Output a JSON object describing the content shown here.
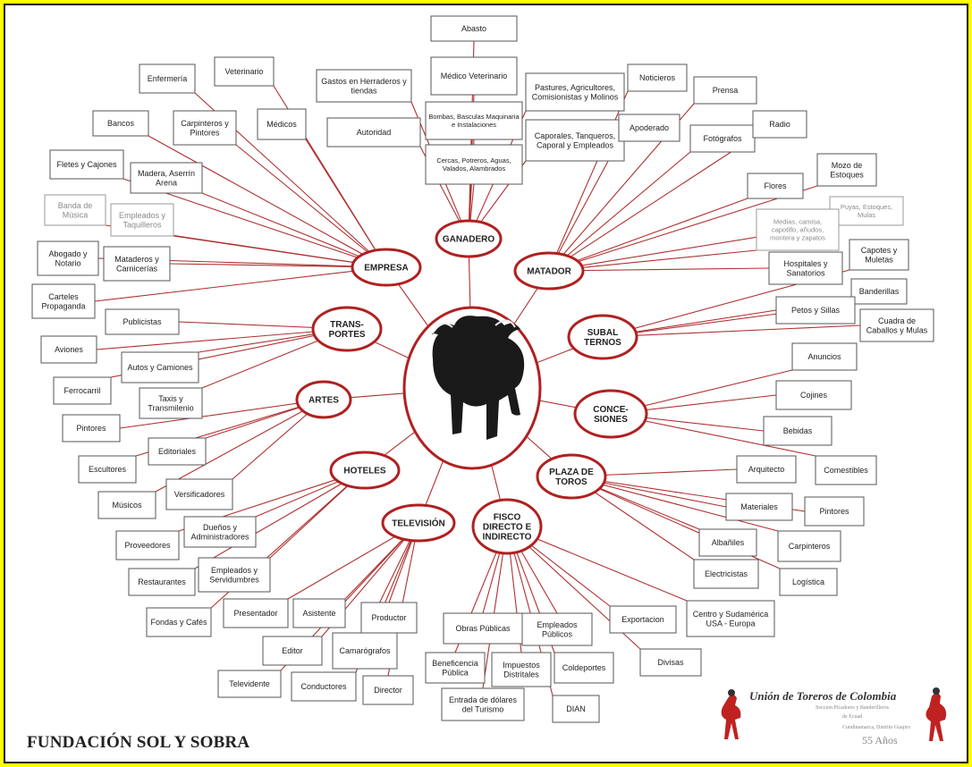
{
  "center": {
    "image": "bull-silhouette"
  },
  "hubs": [
    {
      "id": "ganadero",
      "label": "GANADERO",
      "children": [
        "Abasto",
        "Médico Veterinario",
        "Bombas, Basculas Maquinaria e Instalaciones",
        "Cercas, Potreros, Aguas, Valados, Alambrados",
        "Gastos en Herraderos y tiendas",
        "Autoridad",
        "Pastures, Agricultores, Comisionistas y Molinos",
        "Caporales, Tanqueros, Caporal y Empleados"
      ]
    },
    {
      "id": "matador",
      "label": "MATADOR",
      "children": [
        "Noticieros",
        "Prensa",
        "Apoderado",
        "Fotógrafos",
        "Radio",
        "Mozo de Estoques",
        "Flores",
        "Puyas, Estoques, Mulas",
        "Medias, camisa, capotillo, añudos, montera y zapatos",
        "Hospitales y Sanatorios"
      ]
    },
    {
      "id": "subalternos",
      "label": "SUBAL TERNOS",
      "children": [
        "Capotes y Muletas",
        "Banderillas",
        "Petos y Sillas",
        "Cuadra de Caballos y Mulas"
      ]
    },
    {
      "id": "concesiones",
      "label": "CONCE- SIONES",
      "children": [
        "Anuncios",
        "Cojines",
        "Bebidas",
        "Comestibles"
      ]
    },
    {
      "id": "plaza",
      "label": "PLAZA DE TOROS",
      "children": [
        "Arquitecto",
        "Materiales",
        "Pintores",
        "Albañiles",
        "Carpinteros",
        "Electricistas",
        "Logística"
      ]
    },
    {
      "id": "fisco",
      "label": "FISCO DIRECTO E INDIRECTO",
      "children": [
        "Exportacion",
        "Centro y Sudamérica USA - Europa",
        "Divisas",
        "Obras Públicas",
        "Empleados Públicos",
        "Beneficencia Pública",
        "Impuestos Distritales",
        "Coldeportes",
        "Entrada de dólares del Turismo",
        "DIAN"
      ]
    },
    {
      "id": "television",
      "label": "TELEVISIÓN",
      "children": [
        "Presentador",
        "Asistente",
        "Productor",
        "Editor",
        "Camarógrafos",
        "Televidente",
        "Conductores",
        "Director"
      ]
    },
    {
      "id": "hoteles",
      "label": "HOTELES",
      "children": [
        "Dueños y Administradores",
        "Proveedores",
        "Empleados y Servidumbres",
        "Restaurantes",
        "Fondas y Cafés"
      ]
    },
    {
      "id": "artes",
      "label": "ARTES",
      "children": [
        "Pintores",
        "Editoriales",
        "Escultores",
        "Versificadores",
        "Músicos"
      ]
    },
    {
      "id": "transportes",
      "label": "TRANS- PORTES",
      "children": [
        "Publicistas",
        "Aviones",
        "Autos y Camiones",
        "Ferrocarril",
        "Taxis y Transmilenio"
      ]
    },
    {
      "id": "empresa",
      "label": "EMPRESA",
      "children": [
        "Enfermería",
        "Veterinario",
        "Bancos",
        "Carpinteros y Pintores",
        "Médicos",
        "Fletes y Cajones",
        "Madera, Aserrín Arena",
        "Banda de Música",
        "Empleados y Taquilleros",
        "Abogado y Notario",
        "Mataderos y Carnicerías",
        "Carteles Propaganda"
      ]
    }
  ],
  "footer": {
    "title": "FUNDACIÓN SOL Y SOBRA"
  },
  "logo": {
    "name": "Unión de Toreros de Colombia",
    "line1": "Seccion Picadores y Banderilleros",
    "line2": "de Ecuad",
    "line3": "Cundinamarca, Distrito Guajiro",
    "years": "55 Años"
  },
  "colors": {
    "accent": "#b02020",
    "frame": "#ffff00",
    "line": "#b03030"
  }
}
